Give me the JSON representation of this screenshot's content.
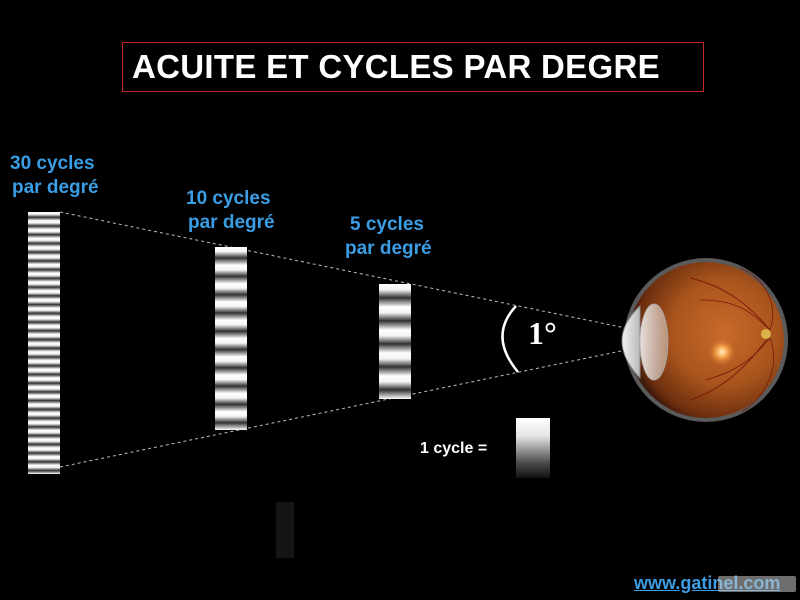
{
  "title": "ACUITE ET CYCLES PAR DEGRE",
  "gratings": [
    {
      "cycles_line": "30 cycles",
      "unit_line": "par degré",
      "cycles_per_degree": 30
    },
    {
      "cycles_line": "10 cycles",
      "unit_line": "par degré",
      "cycles_per_degree": 10
    },
    {
      "cycles_line": "5 cycles",
      "unit_line": "par degré",
      "cycles_per_degree": 5
    }
  ],
  "cycle_legend": "1 cycle =",
  "angle": "1°",
  "website": "www.gatinel.com",
  "colors": {
    "background": "#000000",
    "title_border": "#c0282a",
    "label_blue": "#3b9de3",
    "text_white": "#ffffff",
    "eye_iris": "#a8541d"
  },
  "icons": [
    "eye-illustration",
    "angle-arc"
  ]
}
